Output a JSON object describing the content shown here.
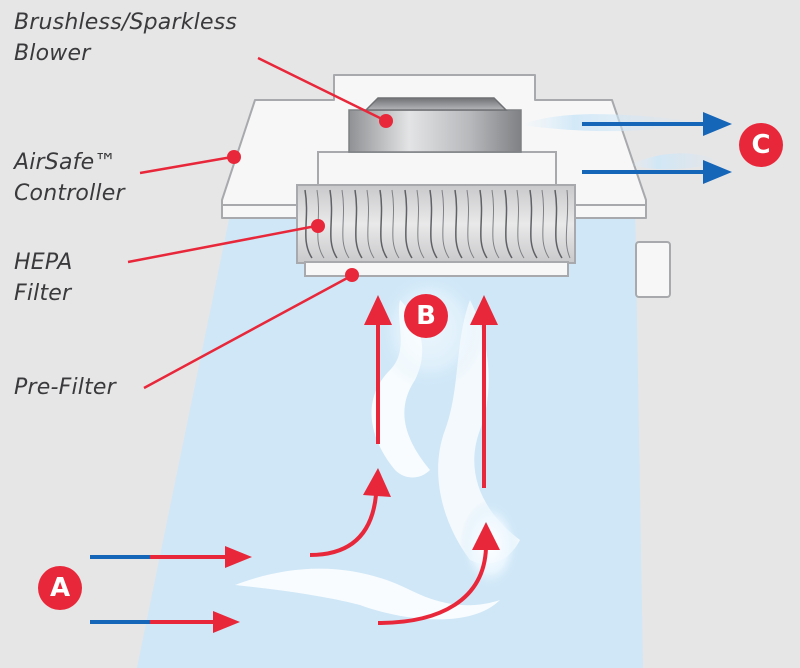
{
  "labels": {
    "blower": [
      "Brushless/Sparkless",
      "Blower"
    ],
    "controller": [
      "AirSafe™",
      "Controller"
    ],
    "hepa": [
      "HEPA",
      "Filter"
    ],
    "prefilter": [
      "Pre-Filter"
    ]
  },
  "badges": {
    "a": "A",
    "b": "B",
    "c": "C"
  },
  "colors": {
    "background": "#e6e6e7",
    "chamber": "#cfe7f7",
    "housing": "#f7f7f7",
    "outline": "#a7a9ac",
    "leader_line": "#e8283a",
    "intake_arrow": "#e8283a",
    "exhaust_arrow": "#1565b8",
    "badge": "#e8283a",
    "label_text": "#3a3a3c"
  }
}
